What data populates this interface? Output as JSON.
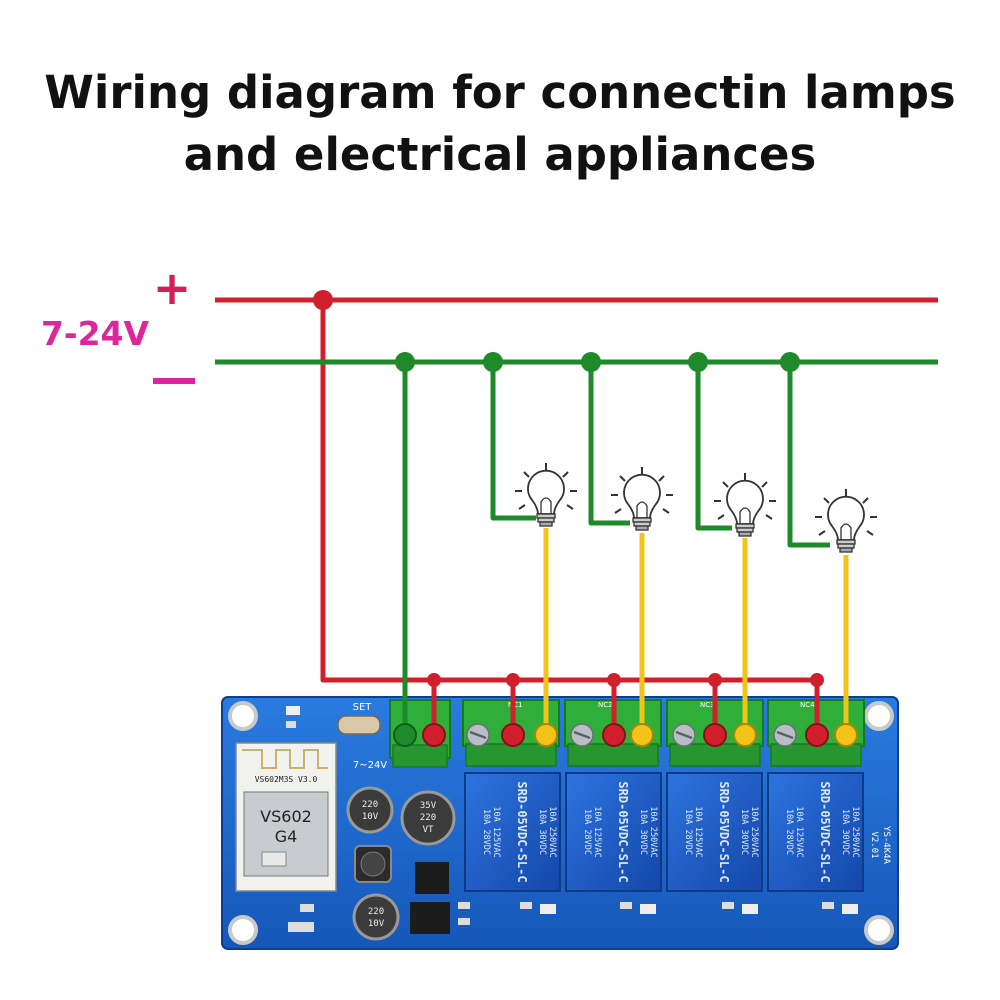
{
  "title": {
    "line1": "Wiring diagram for connectin lamps",
    "line2": "and electrical appliances"
  },
  "supply": {
    "plus": "+",
    "minus": "−",
    "voltage": "7-24V"
  },
  "colors": {
    "positive": "#d21f2c",
    "negative": "#1e8a2a",
    "load": "#f2c318",
    "board": "#1f6fd1",
    "terminal": "#2fae3a",
    "relay": "#1e5fc9",
    "label": "#e0249c"
  },
  "board": {
    "set_label": "SET",
    "power_label": "7~24V",
    "module_text": "VS602M3S V3.0",
    "module_name": "VS602",
    "module_sub": "G4",
    "cap1_lines": [
      "220",
      "10V"
    ],
    "cap2_lines": [
      "35V",
      "220",
      "VT"
    ],
    "cap3_lines": [
      "220",
      "10V"
    ],
    "version_lines": [
      "YS-4K4A",
      "V2.01"
    ],
    "relays": [
      {
        "channel": "NC1",
        "spec_lines": [
          "10A 250VAC",
          "10A 30VDC",
          "10A 125VAC",
          "10A 28VDC"
        ],
        "model": "SRD-05VDC-SL-C"
      },
      {
        "channel": "NC2",
        "spec_lines": [
          "10A 250VAC",
          "10A 30VDC",
          "10A 125VAC",
          "10A 28VDC"
        ],
        "model": "SRD-05VDC-SL-C"
      },
      {
        "channel": "NC3",
        "spec_lines": [
          "10A 250VAC",
          "10A 30VDC",
          "10A 125VAC",
          "10A 28VDC"
        ],
        "model": "SRD-05VDC-SL-C"
      },
      {
        "channel": "NC4",
        "spec_lines": [
          "10A 250VAC",
          "10A 30VDC",
          "10A 125VAC",
          "10A 28VDC"
        ],
        "model": "SRD-05VDC-SL-C"
      }
    ]
  }
}
